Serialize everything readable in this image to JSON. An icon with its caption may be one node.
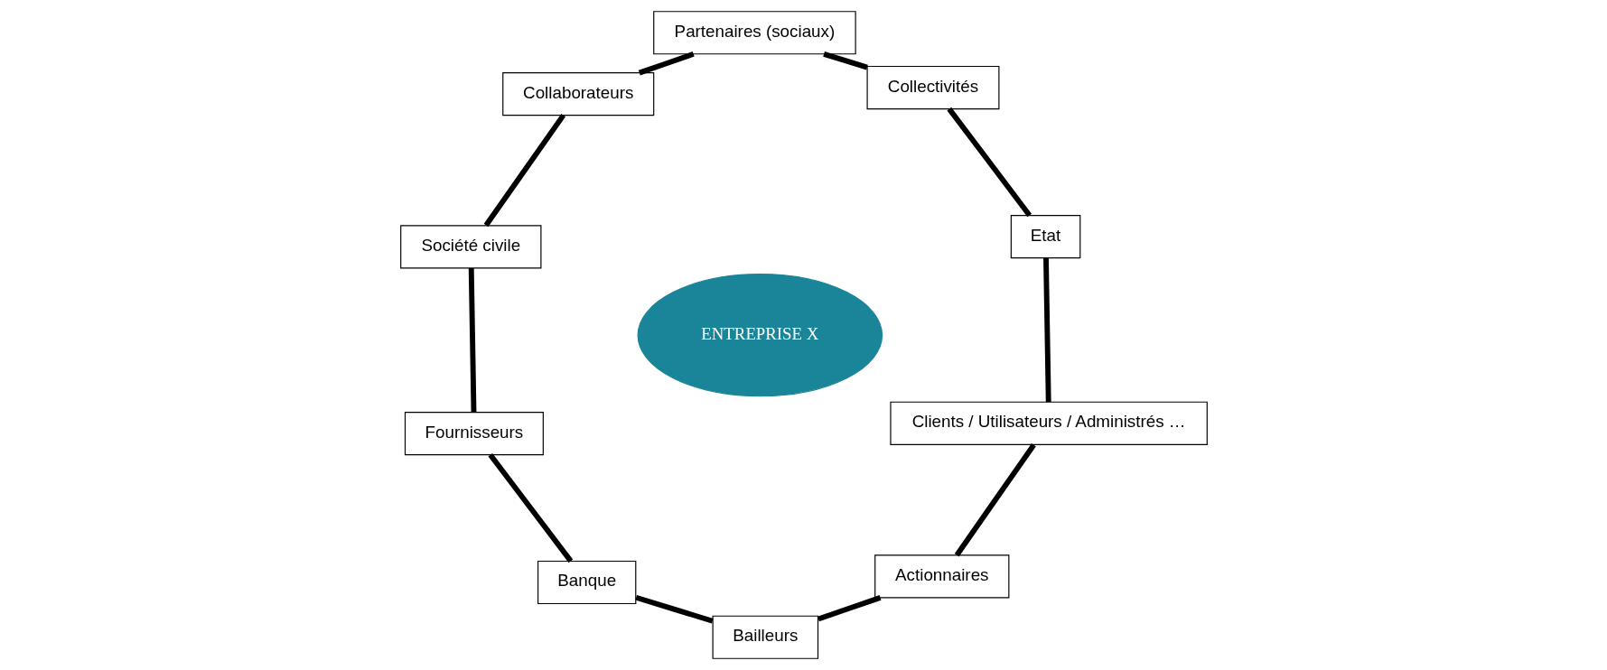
{
  "diagram": {
    "nodes": [
      {
        "text": [
          "ENTREPRISE X"
        ]
      },
      {
        "text": [
          "Etat"
        ]
      },
      {
        "text": [
          "Collectivités"
        ]
      },
      {
        "text": [
          "Partenaires (sociaux)"
        ]
      },
      {
        "text": [
          "Collaborateurs"
        ]
      },
      {
        "text": [
          "Société civile"
        ]
      },
      {
        "text": [
          "Fournisseurs"
        ]
      },
      {
        "text": [
          "Banque"
        ]
      },
      {
        "text": [
          "Bailleurs"
        ]
      },
      {
        "text": [
          "Actionnaires"
        ]
      },
      {
        "text": [
          "Clients / Utilisateurs / Administrés …"
        ]
      }
    ],
    "edges": [
      {
        "from": 1,
        "to": 2,
        "arrow": "none"
      },
      {
        "from": 2,
        "to": 3,
        "arrow": "none"
      },
      {
        "from": 3,
        "to": 4,
        "arrow": "none"
      },
      {
        "from": 4,
        "to": 5,
        "arrow": "none"
      },
      {
        "from": 5,
        "to": 6,
        "arrow": "none"
      },
      {
        "from": 6,
        "to": 7,
        "arrow": "none"
      },
      {
        "from": 7,
        "to": 8,
        "arrow": "none"
      },
      {
        "from": 8,
        "to": 9,
        "arrow": "none"
      },
      {
        "from": 9,
        "to": 10,
        "arrow": "none"
      },
      {
        "from": 10,
        "to": 1,
        "arrow": "none"
      }
    ]
  }
}
